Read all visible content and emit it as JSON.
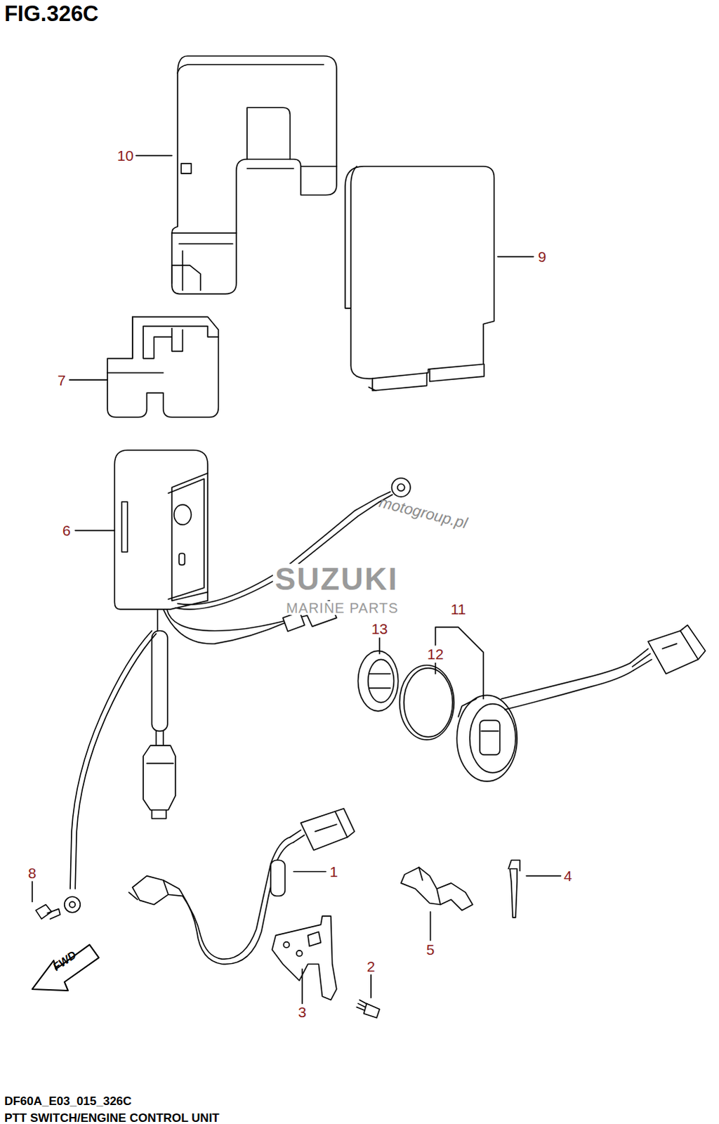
{
  "diagram": {
    "title": "FIG.326C",
    "caption": "PTT SWITCH/ENGINE CONTROL UNIT",
    "labels": [
      "10",
      "9",
      "7",
      "6",
      "11",
      "13",
      "12",
      "1",
      "4",
      "8",
      "2",
      "5",
      "3",
      "FWD",
      "motogroup.pl",
      "SUZUKI",
      "MARINE PARTS",
      "DF60A_E03_015_326C"
    ]
  }
}
